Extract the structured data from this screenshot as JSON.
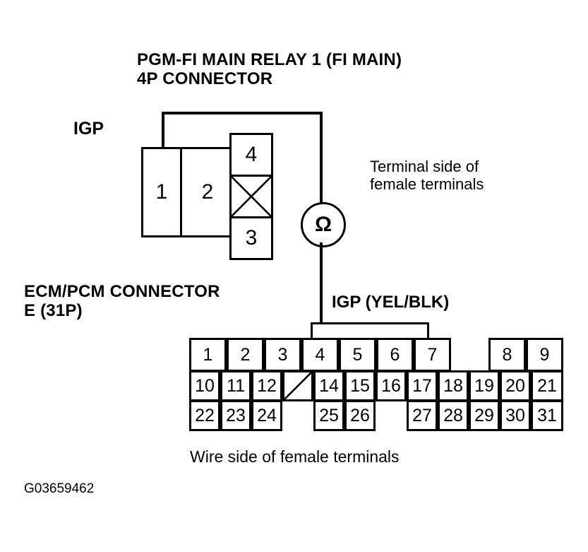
{
  "figure": {
    "id_code": "G03659462",
    "relay_title": "PGM-FI MAIN RELAY 1 (FI MAIN)\n4P CONNECTOR",
    "relay_title_line1": "PGM-FI MAIN RELAY 1 (FI MAIN)",
    "relay_title_line2": "4P CONNECTOR",
    "igp_label": "IGP",
    "terminal_side_note": "Terminal side of\nfemale terminals",
    "ecm_title": "ECM/PCM CONNECTOR\nE (31P)",
    "ecm_title_line1": "ECM/PCM CONNECTOR",
    "ecm_title_line2": "E (31P)",
    "igp_wire_label": "IGP (YEL/BLK)",
    "wire_side_note": "Wire side of female terminals",
    "meter_symbol": "Ω",
    "meter_name": "ohmmeter"
  },
  "relay_connector": {
    "name": "PGM-FI MAIN RELAY 1 (FI MAIN) 4P CONNECTOR",
    "pin_count": "4",
    "pins": [
      {
        "number": "1"
      },
      {
        "number": "2"
      },
      {
        "number": "3"
      },
      {
        "number": "4"
      }
    ],
    "blank_cell_marker": "x-cross"
  },
  "ecm_connector": {
    "name": "ECM/PCM CONNECTOR E (31P)",
    "pin_count": "31",
    "rows": [
      {
        "pins": [
          "1",
          "2",
          "3",
          "4",
          "5",
          "6",
          "7",
          "",
          "8",
          "9"
        ]
      },
      {
        "pins": [
          "10",
          "11",
          "12",
          "",
          "14",
          "15",
          "16",
          "17",
          "18",
          "19",
          "20",
          "21"
        ]
      },
      {
        "pins": [
          "22",
          "23",
          "24",
          "",
          "25",
          "26",
          "",
          "27",
          "28",
          "29",
          "30",
          "31"
        ]
      }
    ],
    "blank_slot_marker": "diagonal-slash",
    "probed_pin": "4"
  },
  "colors": {
    "line": "#000000",
    "background": "#ffffff"
  }
}
